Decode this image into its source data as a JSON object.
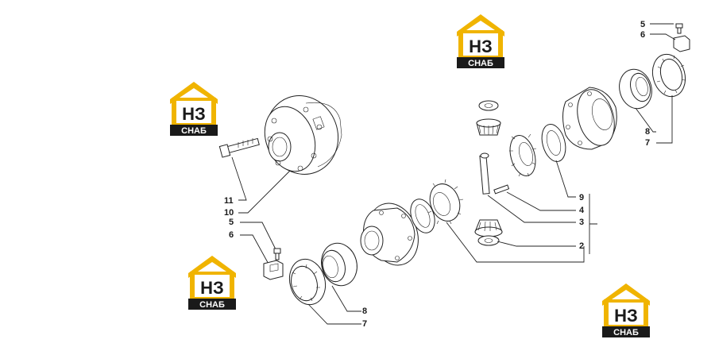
{
  "logo": {
    "text": "НЗ",
    "subtext": "СНАБ",
    "accent_color": "#f0b400",
    "dark_color": "#1a1a1a"
  },
  "callouts": {
    "left_11": "11",
    "left_10": "10",
    "left_5": "5",
    "left_6": "6",
    "bottom_8": "8",
    "bottom_7": "7",
    "right_9": "9",
    "right_4": "4",
    "right_3": "3",
    "right_2": "2",
    "top_5": "5",
    "top_6": "6",
    "top_8": "8",
    "top_7": "7"
  }
}
